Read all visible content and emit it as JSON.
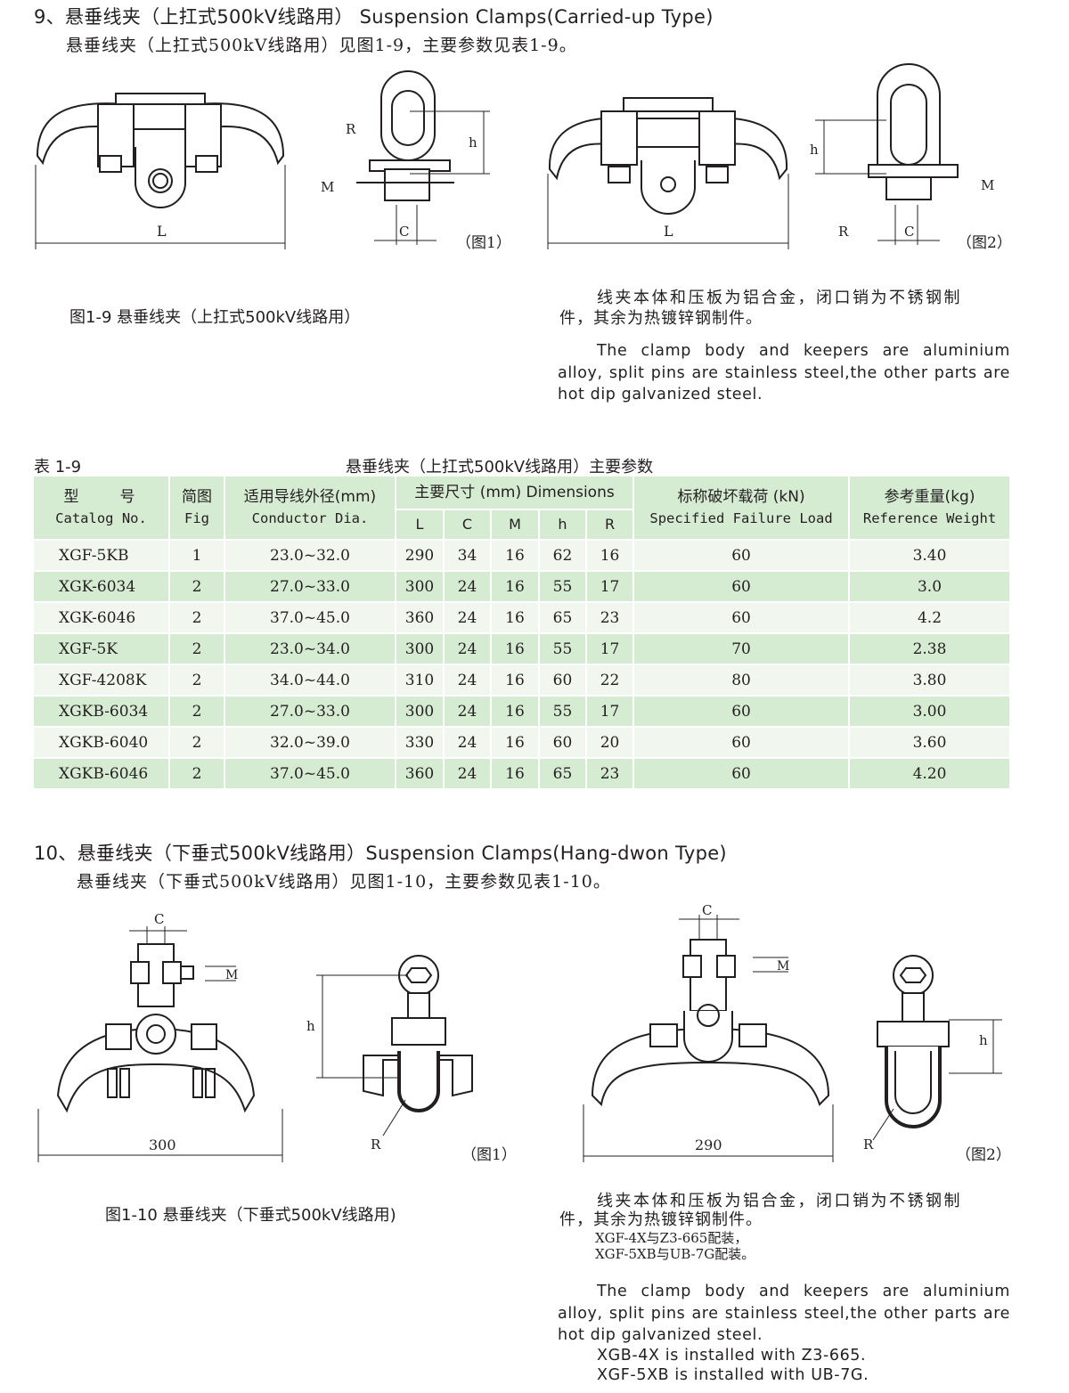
{
  "section9": {
    "heading": "9、悬垂线夹（上扛式500kV线路用） Suspension Clamps(Carried-up Type)",
    "intro": "悬垂线夹（上扛式500kV线路用）见图1-9，主要参数见表1-9。",
    "fig1_label": "（图1）",
    "fig2_label": "（图2）",
    "caption": "图1-9 悬垂线夹（上扛式500kV线路用）",
    "note_cn_1": "线夹本体和压板为铝合金，闭口销为不锈钢制",
    "note_cn_2": "件，其余为热镀锌钢制件。",
    "note_en": "The clamp body and keepers are aluminium alloy, split pins are stainless steel,the other parts are hot dip galvanized steel."
  },
  "dims": {
    "L": "L",
    "C": "C",
    "M": "M",
    "h": "h",
    "R": "R",
    "w300": "300",
    "w290": "290"
  },
  "table": {
    "label": "表 1-9",
    "title": "悬垂线夹（上扛式500kV线路用）主要参数",
    "headers": {
      "catalog_cn": "型　　号",
      "catalog_en": "Catalog No.",
      "fig_cn": "简图",
      "fig_en": "Fig",
      "cond_cn": "适用导线外径(mm)",
      "cond_en": "Conductor Dia.",
      "dims_cn": "主要尺寸 (mm) Dimensions",
      "L": "L",
      "C": "C",
      "M": "M",
      "h": "h",
      "R": "R",
      "load_cn": "标称破坏载荷 (kN)",
      "load_en": "Specified Failure Load",
      "weight_cn": "参考重量(kg)",
      "weight_en": "Reference Weight"
    },
    "rows": [
      [
        "XGF-5KB",
        "1",
        "23.0~32.0",
        "290",
        "34",
        "16",
        "62",
        "16",
        "60",
        "3.40"
      ],
      [
        "XGK-6034",
        "2",
        "27.0~33.0",
        "300",
        "24",
        "16",
        "55",
        "17",
        "60",
        "3.0"
      ],
      [
        "XGK-6046",
        "2",
        "37.0~45.0",
        "360",
        "24",
        "16",
        "65",
        "23",
        "60",
        "4.2"
      ],
      [
        "XGF-5K",
        "2",
        "23.0~34.0",
        "300",
        "24",
        "16",
        "55",
        "17",
        "70",
        "2.38"
      ],
      [
        "XGF-4208K",
        "2",
        "34.0~44.0",
        "310",
        "24",
        "16",
        "60",
        "22",
        "80",
        "3.80"
      ],
      [
        "XGKB-6034",
        "2",
        "27.0~33.0",
        "300",
        "24",
        "16",
        "55",
        "17",
        "60",
        "3.00"
      ],
      [
        "XGKB-6040",
        "2",
        "32.0~39.0",
        "330",
        "24",
        "16",
        "60",
        "20",
        "60",
        "3.60"
      ],
      [
        "XGKB-6046",
        "2",
        "37.0~45.0",
        "360",
        "24",
        "16",
        "65",
        "23",
        "60",
        "4.20"
      ]
    ]
  },
  "section10": {
    "heading": "10、悬垂线夹（下垂式500kV线路用）Suspension Clamps(Hang-dwon Type)",
    "intro": "悬垂线夹（下垂式500kV线路用）见图1-10，主要参数见表1-10。",
    "fig1_label": "（图1）",
    "fig2_label": "（图2）",
    "caption": "图1-10 悬垂线夹（下垂式500kV线路用)",
    "note_cn_1": "线夹本体和压板为铝合金，闭口销为不锈钢制",
    "note_cn_2": "件，其余为热镀锌钢制件。",
    "note_cn_3": "XGF-4X与Z3-665配装，",
    "note_cn_4": "XGF-5XB与UB-7G配装。",
    "note_en": "The clamp body and keepers are aluminium alloy, split pins are stainless steel,the other parts are hot dip galvanized steel.",
    "note_en_2": "XGB-4X is installed with Z3-665.",
    "note_en_3": "XGF-5XB is installed with UB-7G."
  }
}
